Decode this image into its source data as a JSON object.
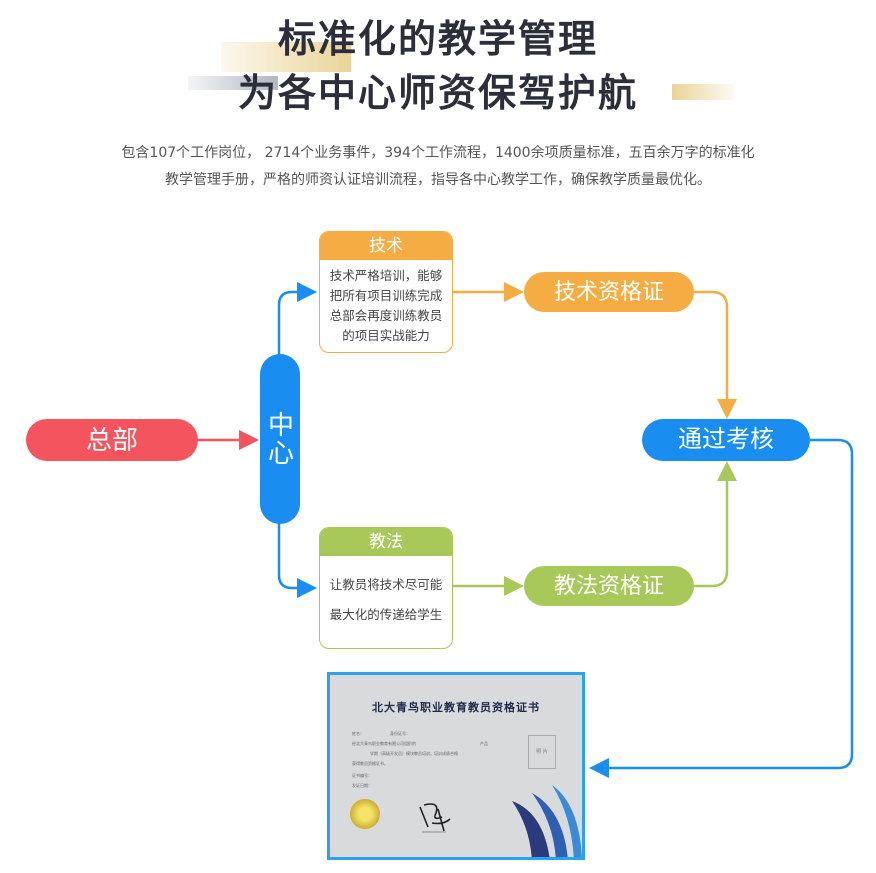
{
  "header": {
    "title_line1": "标准化的教学管理",
    "title_line2": "为各中心师资保驾护航",
    "description_line1": "包含107个工作岗位， 2714个业务事件，394个工作流程，1400余项质量标准，五百余万字的标准化",
    "description_line2": "教学管理手册，严格的师资认证培训流程，指导各中心教学工作，确保教学质量最优化。"
  },
  "flow": {
    "hq": "总部",
    "center": "中心",
    "tech_box": {
      "title": "技术",
      "lines": [
        "技术严格培训，能够",
        "把所有项目训练完成",
        "总部会再度训练教员",
        "的项目实战能力"
      ]
    },
    "method_box": {
      "title": "教法",
      "lines": [
        "让教员将技术尽可能",
        "最大化的传递给学生"
      ]
    },
    "tech_cert": "技术资格证",
    "method_cert": "教法资格证",
    "pass_exam": "通过考核"
  },
  "certificate": {
    "title": "北大青鸟职业教育教员资格证书",
    "fields": [
      "姓名：",
      "身份证号：",
      "经北大青鸟职业教育有限公司组织的",
      "产品",
      "学期（高级开发员）模块教员培训，培训成绩合格",
      "获得教员资格证书。",
      "证书编号：",
      "发证日期："
    ],
    "photo_label": "照 片"
  },
  "colors": {
    "red": "#f4545d",
    "blue": "#1a8ef0",
    "orange": "#f4ac43",
    "green": "#a8c95a",
    "gold": "#e8cf8c"
  }
}
